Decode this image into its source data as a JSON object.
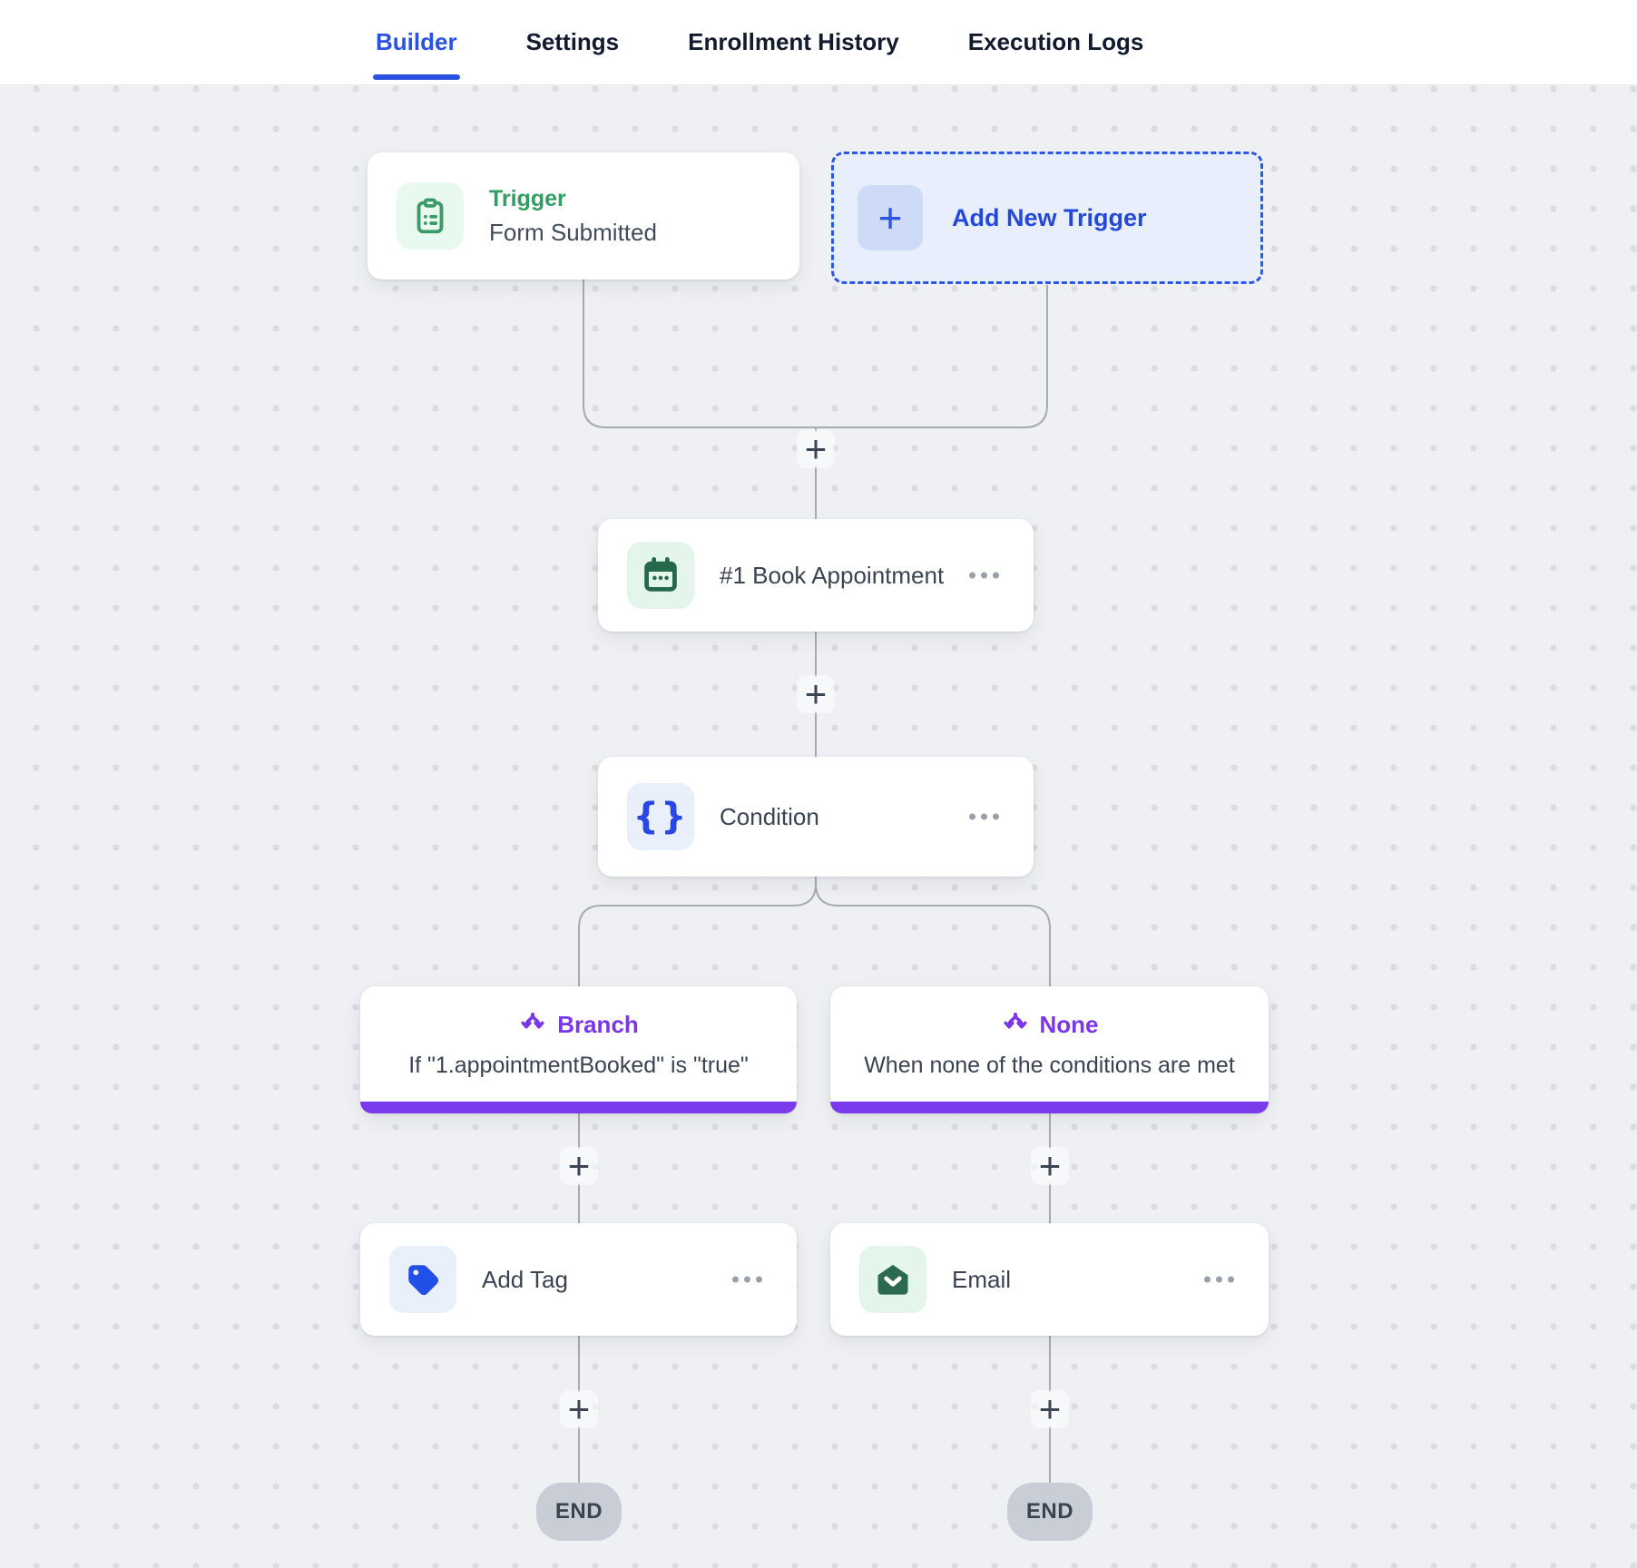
{
  "header": {
    "tabs": [
      {
        "label": "Builder",
        "active": true
      },
      {
        "label": "Settings",
        "active": false
      },
      {
        "label": "Enrollment History",
        "active": false
      },
      {
        "label": "Execution Logs",
        "active": false
      }
    ]
  },
  "canvas": {
    "plus": "+",
    "end_label": "END",
    "nodes": {
      "trigger": {
        "category": "Trigger",
        "title": "Form Submitted",
        "icon": "clipboard-icon"
      },
      "add_trigger": {
        "label": "Add New Trigger",
        "icon": "plus-icon"
      },
      "book_appointment": {
        "title": "#1 Book Appointment",
        "icon": "calendar-icon"
      },
      "condition": {
        "title": "Condition",
        "icon": "braces-icon",
        "braces_glyph": "{}"
      },
      "branch": {
        "label": "Branch",
        "description": "If \"1.appointmentBooked\" is \"true\"",
        "icon": "split-icon"
      },
      "none": {
        "label": "None",
        "description": "When none of the conditions are met",
        "icon": "split-icon"
      },
      "add_tag": {
        "title": "Add Tag",
        "icon": "tag-icon"
      },
      "email": {
        "title": "Email",
        "icon": "mail-icon"
      }
    },
    "colors": {
      "accent_blue": "#2b51e3",
      "accent_green": "#2e9e63",
      "icon_green_dark": "#26684a",
      "accent_purple": "#7a3bec",
      "wire_gray": "#a6aab2",
      "end_gray": "#c9ced6",
      "canvas_bg": "#eef0f3"
    }
  }
}
